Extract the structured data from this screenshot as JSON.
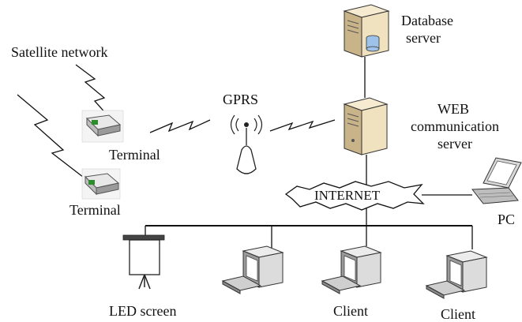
{
  "labels": {
    "satellite_network": "Satellite network",
    "terminal_top": "Terminal",
    "terminal_bottom": "Terminal",
    "gprs": "GPRS",
    "database_server_line1": "Database",
    "database_server_line2": "server",
    "web_server_line1": "WEB",
    "web_server_line2": "communication",
    "web_server_line3": "server",
    "internet": "INTERNET",
    "pc": "PC",
    "led_screen": "LED screen",
    "client_1": "Client",
    "client_2": "Client"
  },
  "colors": {
    "line": "#111111",
    "server_body": "#f0e1bf",
    "server_shadow": "#c9b389",
    "device_body": "#dcdcdc",
    "device_shadow": "#8a8a8a",
    "terminal_accent": "#2e8b2e",
    "db_cylinder": "#9fc3e8"
  }
}
